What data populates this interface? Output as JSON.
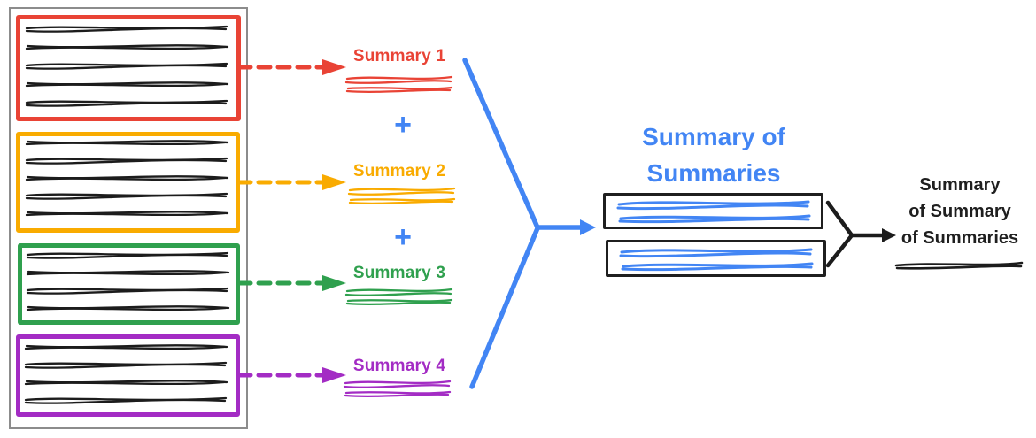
{
  "diagram": {
    "title": "Summary of Summaries",
    "plus": "+",
    "summaries": [
      {
        "label": "Summary 1",
        "color": "#E94335"
      },
      {
        "label": "Summary 2",
        "color": "#F9AB00"
      },
      {
        "label": "Summary 3",
        "color": "#2FA04E"
      },
      {
        "label": "Summary 4",
        "color": "#A32CC4"
      }
    ],
    "source_document": {
      "sections": [
        {
          "color": "#E94335",
          "text_lines": 5
        },
        {
          "color": "#F9AB00",
          "text_lines": 5
        },
        {
          "color": "#2FA04E",
          "text_lines": 4
        },
        {
          "color": "#A32CC4",
          "text_lines": 4
        }
      ]
    },
    "combined": {
      "title_color": "#4285F4",
      "boxes": 2,
      "scribble_lines_per_box": 2
    },
    "final_label": {
      "full": "Summary of Summary of Summaries",
      "lines": [
        "Summary",
        "of Summary",
        "of Summaries"
      ]
    },
    "colors": {
      "blue": "#4285F4",
      "ink": "#1C1C1C",
      "frame_gray": "#8C8C8C"
    }
  }
}
